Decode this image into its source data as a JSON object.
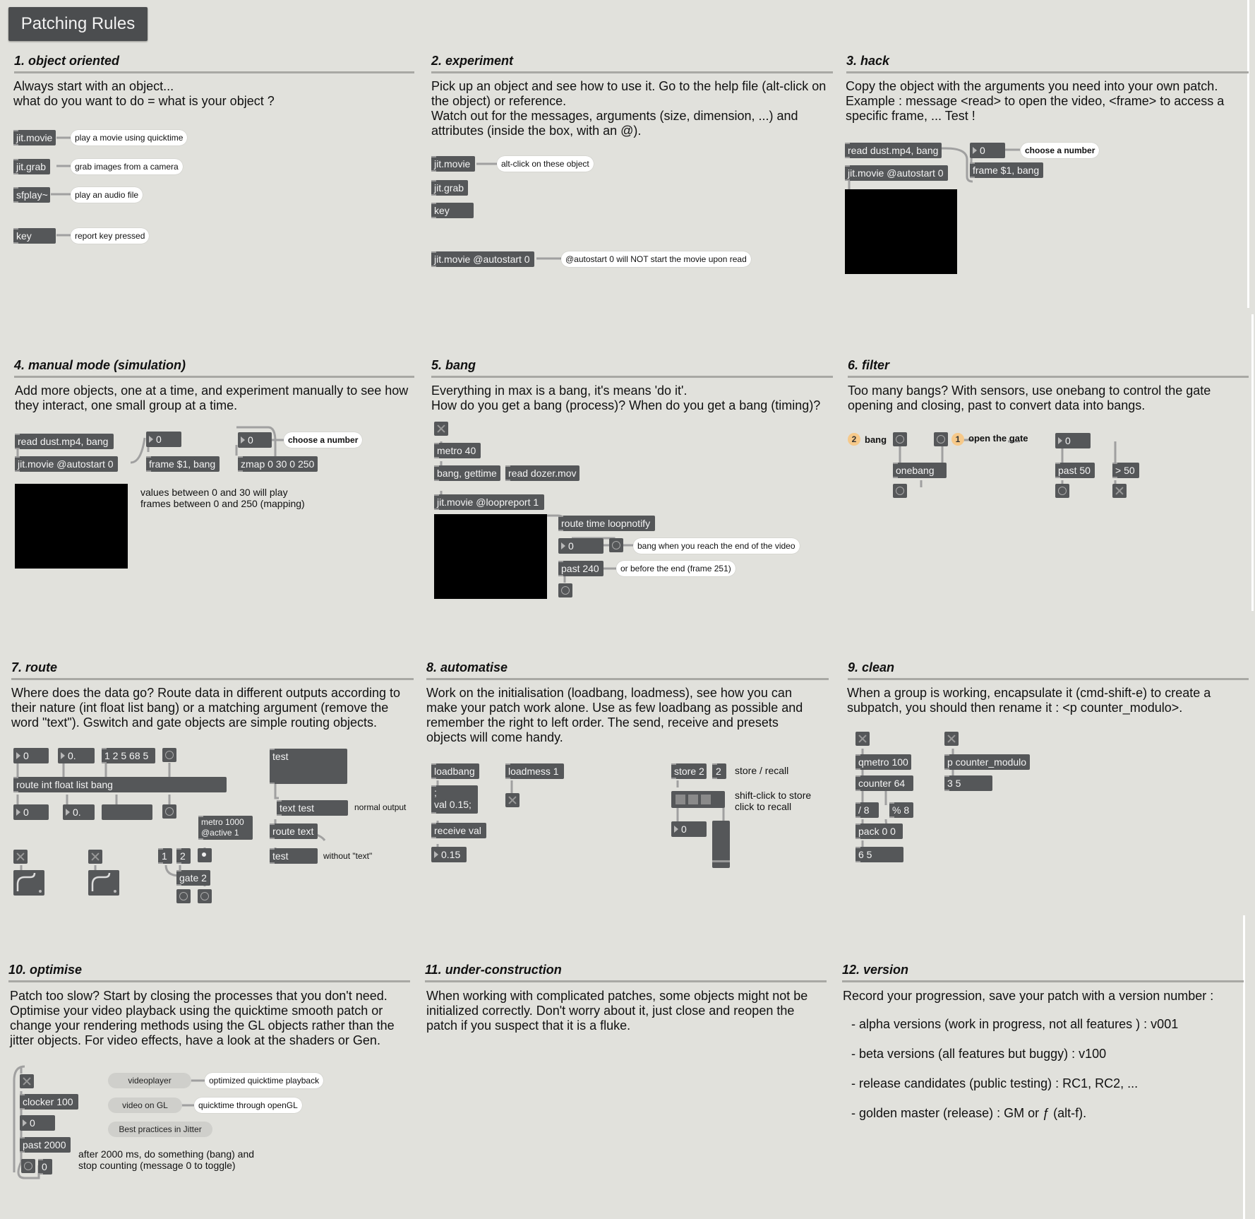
{
  "title_button": "Patching Rules",
  "sections": [
    {
      "heading": "1. object oriented",
      "body": "Always start with an object...\nwhat do you want to do = what is your object ?"
    },
    {
      "heading": "2. experiment",
      "body": "Pick up an object and see how to use it. Go to the help file (alt-click on the object) or reference.\nWatch out for the messages, arguments (size, dimension, ...) and attributes (inside the box, with an @)."
    },
    {
      "heading": "3. hack",
      "body": "Copy the object with the arguments you need into your own patch.\nExample : message <read> to open the video, <frame> to access a specific frame, ... Test !"
    },
    {
      "heading": "4. manual mode (simulation)",
      "body": "Add more objects, one at a time, and experiment manually to see how they interact, one small group at a time."
    },
    {
      "heading": "5. bang",
      "body": "Everything in max is a bang, it's means 'do it'.\nHow do you get a bang (process)? When do you get a bang (timing)?"
    },
    {
      "heading": "6. filter",
      "body": "Too many bangs? With sensors, use onebang to control the gate opening and closing, past to convert data into bangs."
    },
    {
      "heading": "7. route",
      "body": "Where does the data go? Route data in different outputs according to their nature (int float list bang) or a matching argument (remove the word \"text\"). Gswitch and gate objects are simple routing objects."
    },
    {
      "heading": "8. automatise",
      "body": "Work on the initialisation (loadbang, loadmess), see how you can make your patch work alone. Use as few loadbang as possible and remember the right to left order. The send, receive and presets objects will come handy."
    },
    {
      "heading": "9. clean",
      "body": "When a group is working, encapsulate it (cmd-shift-e) to create a subpatch, you should then rename it : <p counter_modulo>."
    },
    {
      "heading": "10. optimise",
      "body": "Patch too slow? Start by closing the processes that you don't need. Optimise your video playback using the quicktime smooth patch or change your rendering methods using the GL objects rather than the jitter objects. For video effects, have a look at the shaders or Gen."
    },
    {
      "heading": "11. under-construction",
      "body": "When working with complicated patches, some objects might not be initialized correctly. Don't worry about it, just close and reopen the patch if you suspect that it is a fluke."
    },
    {
      "heading": "12. version",
      "body": "Record your progression, save your patch with a version number :"
    }
  ],
  "s1": {
    "objects": [
      "jit.movie",
      "jit.grab",
      "sfplay~",
      "key"
    ],
    "comments": [
      "play a movie using quicktime",
      "grab images from a camera",
      "play an audio file",
      "report key pressed"
    ]
  },
  "s2": {
    "objects": [
      "jit.movie",
      "jit.grab",
      "key",
      "jit.movie @autostart 0"
    ],
    "comments": [
      "alt-click on these object",
      "@autostart 0 will NOT start the movie upon read"
    ]
  },
  "s3": {
    "read_msg": "read dust.mp4, bang",
    "movie_obj": "jit.movie @autostart 0",
    "number": "0",
    "frame_msg": "frame $1, bang",
    "comment": "choose a number"
  },
  "s4": {
    "read_msg": "read dust.mp4, bang",
    "movie_obj": "jit.movie @autostart 0",
    "num1": "0",
    "frame_msg": "frame $1, bang",
    "num2": "0",
    "zmap": "zmap 0 30 0 250",
    "comment": "choose a number",
    "note": "values between 0 and 30 will play\nframes between 0 and 250 (mapping)"
  },
  "s5": {
    "metro": "metro 40",
    "getmsg": "bang, gettime",
    "readmsg": "read dozer.mov",
    "movie": "jit.movie @loopreport 1",
    "route": "route time loopnotify",
    "num": "0",
    "past": "past 240",
    "c1": "bang when you reach the end of the video",
    "c2": "or before the end (frame 251)"
  },
  "s6": {
    "badge1": "2",
    "bang_label": "bang",
    "badge2": "1",
    "gate_label": "open the gate",
    "onebang": "onebang",
    "num": "0",
    "past": "past 50",
    "gt": "> 50"
  },
  "s7": {
    "n_int": "0",
    "n_float": "0.",
    "list_msg": "1 2 5 68 5",
    "route": "route int float list bang",
    "out_int": "0",
    "out_float": "0.",
    "metro": "metro 1000\n@active 1",
    "m1": "1",
    "m2": "2",
    "gate": "gate 2",
    "test_msg": "test",
    "text_test": "text test",
    "normal": "normal output",
    "route_text": "route text",
    "test_out": "test",
    "without": "without \"text\""
  },
  "s8": {
    "loadbang": "loadbang",
    "loadmess": "loadmess 1",
    "val_msg": ";\nval 0.15;",
    "receive": "receive val",
    "num": "0.15",
    "store": "store 2",
    "store_num": "2",
    "store_label": "store / recall",
    "preset_label": "shift-click to store\nclick to recall",
    "slider_num": "0"
  },
  "s9": {
    "qmetro": "qmetro 100",
    "counter": "counter 64",
    "div": "/ 8",
    "mod": "% 8",
    "pack": "pack 0 0",
    "out": "6 5",
    "subpatch": "p counter_modulo",
    "sub_out": "3 5"
  },
  "s10": {
    "clocker": "clocker 100",
    "num": "0",
    "past": "past 2000",
    "zero_msg": "0",
    "note": "after 2000 ms, do something (bang) and\nstop counting (message 0 to toggle)",
    "btn1": "videoplayer",
    "btn1_c": "optimized quicktime playback",
    "btn2": "video on GL",
    "btn2_c": "quicktime through openGL",
    "btn3": "Best practices in Jitter"
  },
  "s12": {
    "items": [
      "- alpha versions (work in progress, not all features ) : v001",
      "- beta versions (all features but buggy) : v100",
      "- release candidates (public testing) : RC1, RC2, ...",
      "- golden master (release) : GM or ƒ (alt-f)."
    ]
  }
}
